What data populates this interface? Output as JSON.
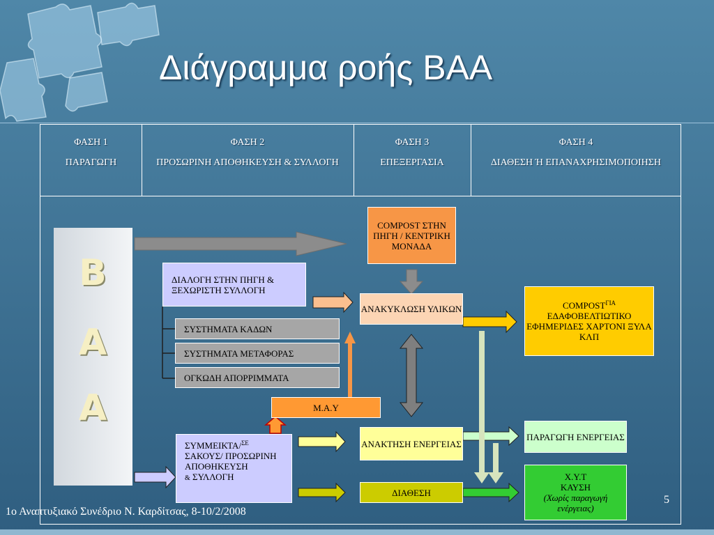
{
  "slide": {
    "title": "Διάγραμμα ροής ΒΑΑ",
    "page_number": "5",
    "footer": "1ο Αναπτυξιακό Συνέδριο Ν. Καρδίτσας, 8-10/2/2008"
  },
  "phases": [
    {
      "name": "ΦΑΣΗ 1",
      "desc": "ΠΑΡΑΓΩΓΗ"
    },
    {
      "name": "ΦΑΣΗ 2",
      "desc": "ΠΡΟΣΩΡΙΝΗ ΑΠΟΘΗΚΕΥΣΗ & ΣΥΛΛΟΓΗ"
    },
    {
      "name": "ΦΑΣΗ 3",
      "desc": "ΕΠΕΞΕΡΓΑΣΙΑ"
    },
    {
      "name": "ΦΑΣΗ 4",
      "desc": "ΔΙΑΘΕΣΗ Ή ΕΠΑΝΑΧΡΗΣΙΜΟΠΟΙΗΣΗ"
    }
  ],
  "baa_letters": [
    "Β",
    "Α",
    "Α"
  ],
  "boxes": {
    "compost_source": "COMPOST ΣΤΗΝ ΠΗΓΗ / ΚΕΝΤΡΙΚΗ ΜΟΝΑΔΑ",
    "source_separation": "ΔΙΑΛΟΓΗ ΣΤΗΝ ΠΗΓΗ & ΞΕΧΩΡΙΣΤΗ ΣΥΛΛΟΓΗ",
    "bin_systems": "ΣΥΣΤΗΜΑΤΑ ΚΑΔΩΝ",
    "transport_systems": "ΣΥΣΤΗΜΑΤΑ ΜΕΤΑΦΟΡΑΣ",
    "bulky_waste": "ΟΓΚΩΔΗ ΑΠΟΡΡΙΜΜΑΤΑ",
    "recycling": "ΑΝΑΚΥΚΛΩΣΗ ΥΛΙΚΩΝ",
    "may": "Μ.Α.Υ",
    "energy_recovery": "ΑΝΑΚΤΗΣΗ ΕΝΕΡΓΕΙΑΣ",
    "disposal": "ΔΙΑΘΕΣΗ",
    "mixed_main": "ΣΥΜΜΕΙΚΤΑ/",
    "mixed_sup": "ΣΕ",
    "mixed_rest": "ΣΑΚΟΥΣ/ ΠΡΟΣΩΡΙΝΗ ΑΠΟΘΗΚΕΥΣΗ",
    "mixed_amp": "&",
    "mixed_end": "ΣΥΛΛΟΓΗ",
    "compost_use_main": "COMPOST",
    "compost_use_sup": "ΓΙΑ",
    "compost_use_rest": "ΕΔΑΦΟΒΕΛΤΙΩΤΙΚΟ ΕΦΗΜΕΡΙΔΕΣ ΧΑΡΤΟΝΙ ΞΥΛΑ ΚΛΠ",
    "energy_production": "ΠΑΡΑΓΩΓΗ ΕΝΕΡΓΕΙΑΣ",
    "landfill_l1": "Χ.Υ.Τ",
    "landfill_l2": "ΚΑΥΣΗ",
    "landfill_l3": "(Χωρίς παραγωγή ενέργειας)"
  },
  "colors": {
    "compost_source": "#f79646",
    "lavender": "#ccccff",
    "gray": "#a6a6a6",
    "peach": "#fcd5b4",
    "orange": "#ff9933",
    "lightyellow": "#ffff99",
    "olive": "#cccc00",
    "gold": "#ffcc00",
    "palegreen": "#ccffcc",
    "green": "#33cc33"
  }
}
